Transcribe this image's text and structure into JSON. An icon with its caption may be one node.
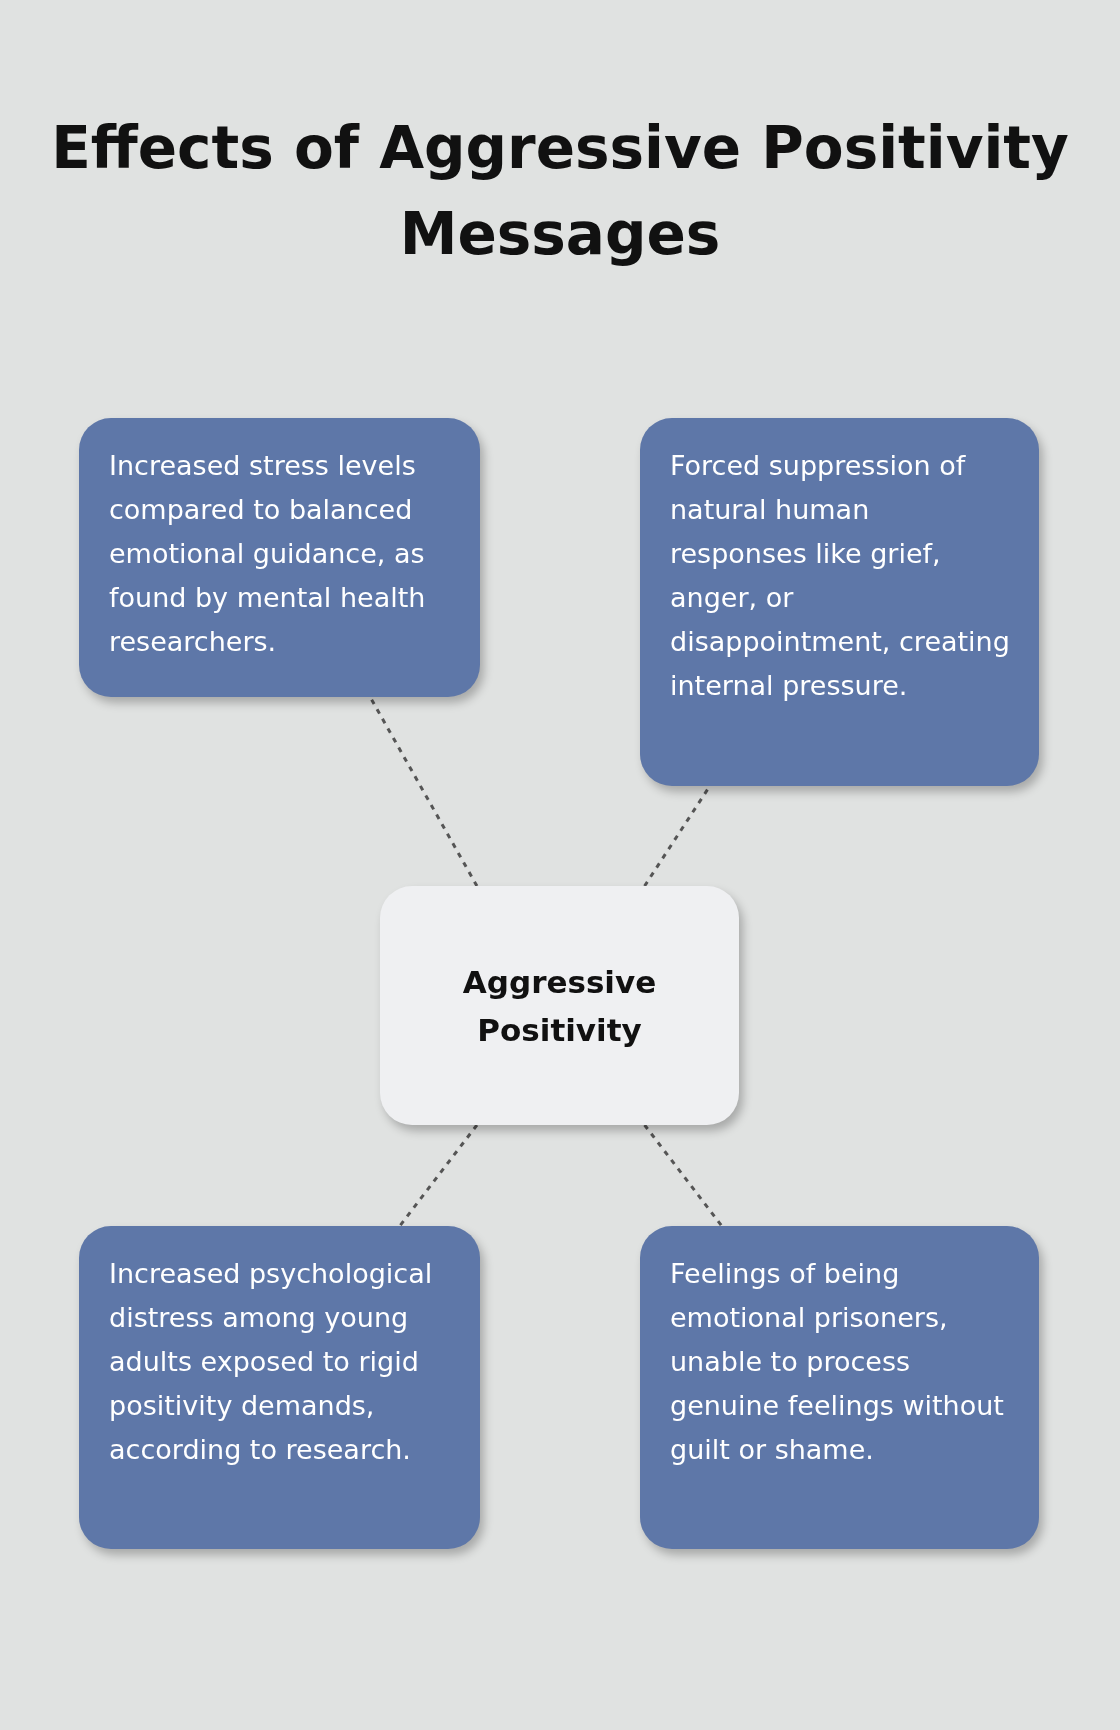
{
  "diagram": {
    "title": "Effects of Aggressive Positivity Messages",
    "nodes": [
      {
        "text": [
          "Increased stress levels compared to balanced emotional guidance, as found by mental health researchers."
        ]
      },
      {
        "text": [
          "Forced suppression of natural human responses like grief, anger, or disappointment, creating internal pressure."
        ]
      },
      {
        "text": [
          "Aggressive Positivity"
        ]
      },
      {
        "text": [
          "Increased psychological distress among young adults exposed to rigid positivity demands, according to research."
        ]
      },
      {
        "text": [
          "Feelings of being emotional prisoners, unable to process genuine feelings without guilt or shame."
        ]
      }
    ],
    "edges": [
      {
        "from": 2,
        "to": 0,
        "arrow": "none",
        "style": "dashed"
      },
      {
        "from": 2,
        "to": 1,
        "arrow": "none",
        "style": "dashed"
      },
      {
        "from": 2,
        "to": 3,
        "arrow": "none",
        "style": "dashed"
      },
      {
        "from": 2,
        "to": 4,
        "arrow": "none",
        "style": "dashed"
      }
    ]
  }
}
